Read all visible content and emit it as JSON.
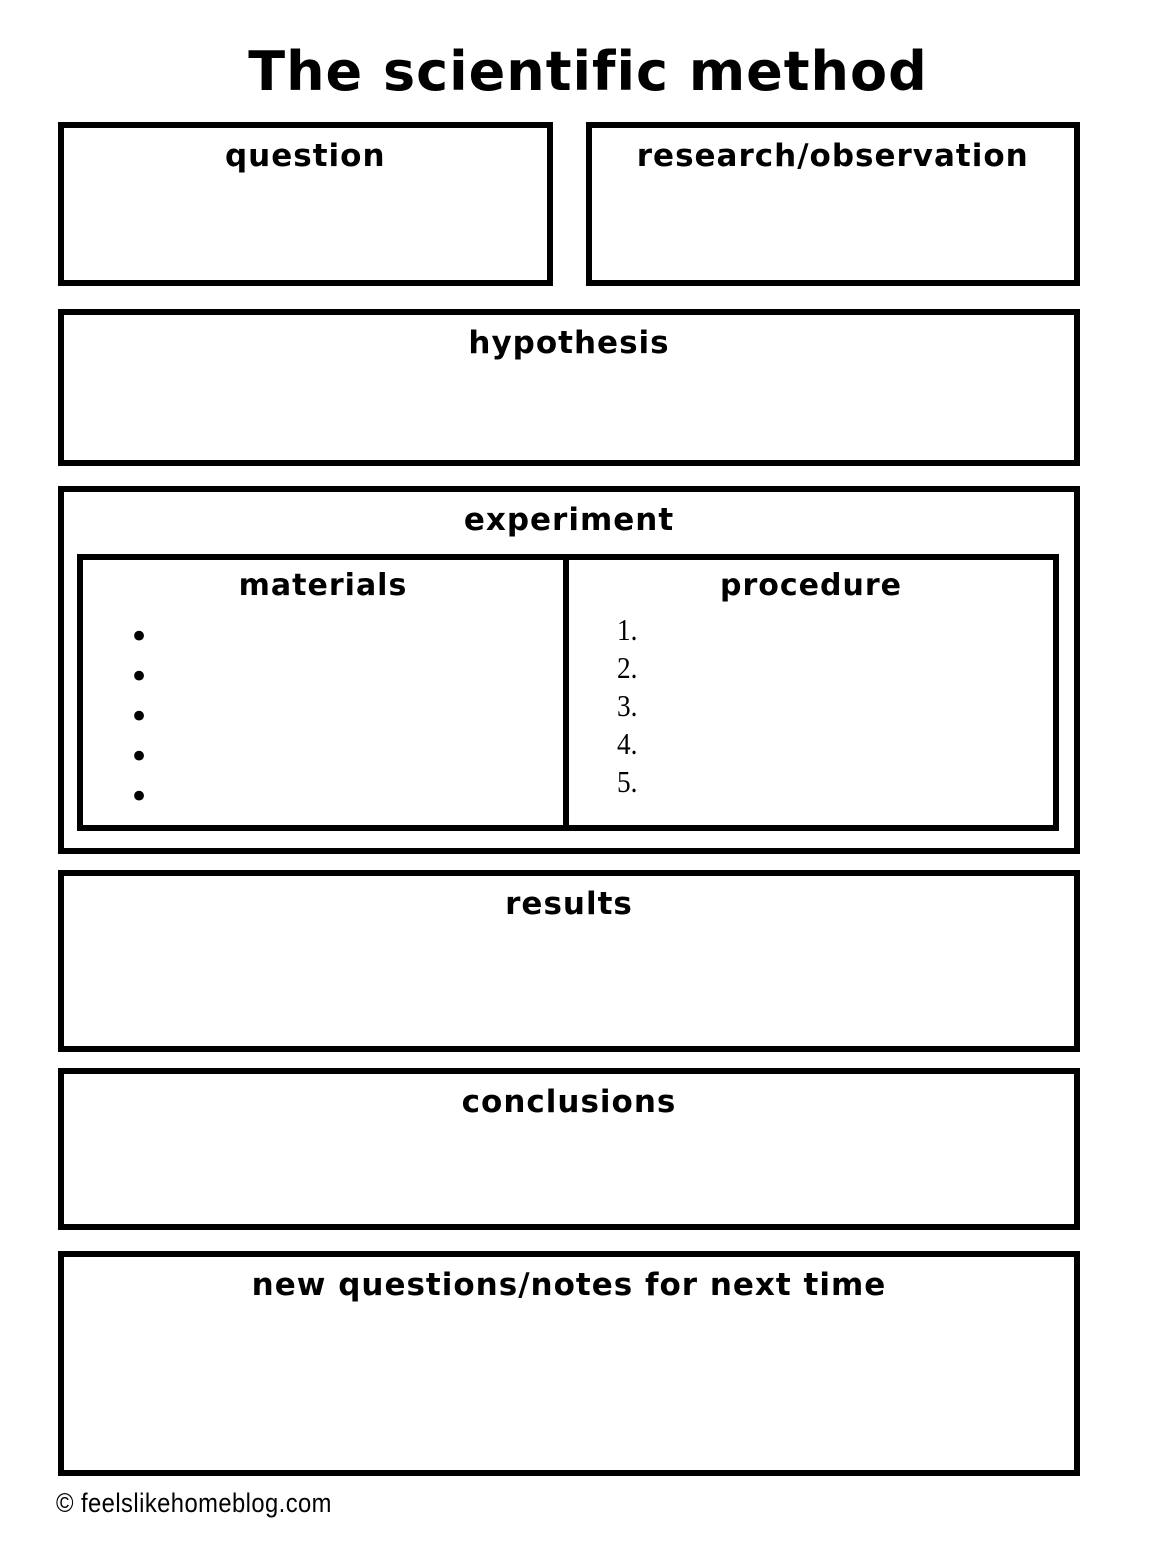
{
  "title": "The scientific method",
  "sections": {
    "question": {
      "label": "question"
    },
    "research": {
      "label": "research/observation"
    },
    "hypothesis": {
      "label": "hypothesis"
    },
    "experiment": {
      "label": "experiment",
      "materials": {
        "label": "materials",
        "bullets": [
          "•",
          "•",
          "•",
          "•",
          "•"
        ]
      },
      "procedure": {
        "label": "procedure",
        "numbers": [
          "1.",
          "2.",
          "3.",
          "4.",
          "5."
        ]
      }
    },
    "results": {
      "label": "results"
    },
    "conclusions": {
      "label": "conclusions"
    },
    "new_questions": {
      "label": "new questions/notes for next time"
    }
  },
  "footer": {
    "credit": "© feelslikehomeblog.com"
  },
  "colors": {
    "ink": "#000000",
    "paper": "#ffffff"
  }
}
